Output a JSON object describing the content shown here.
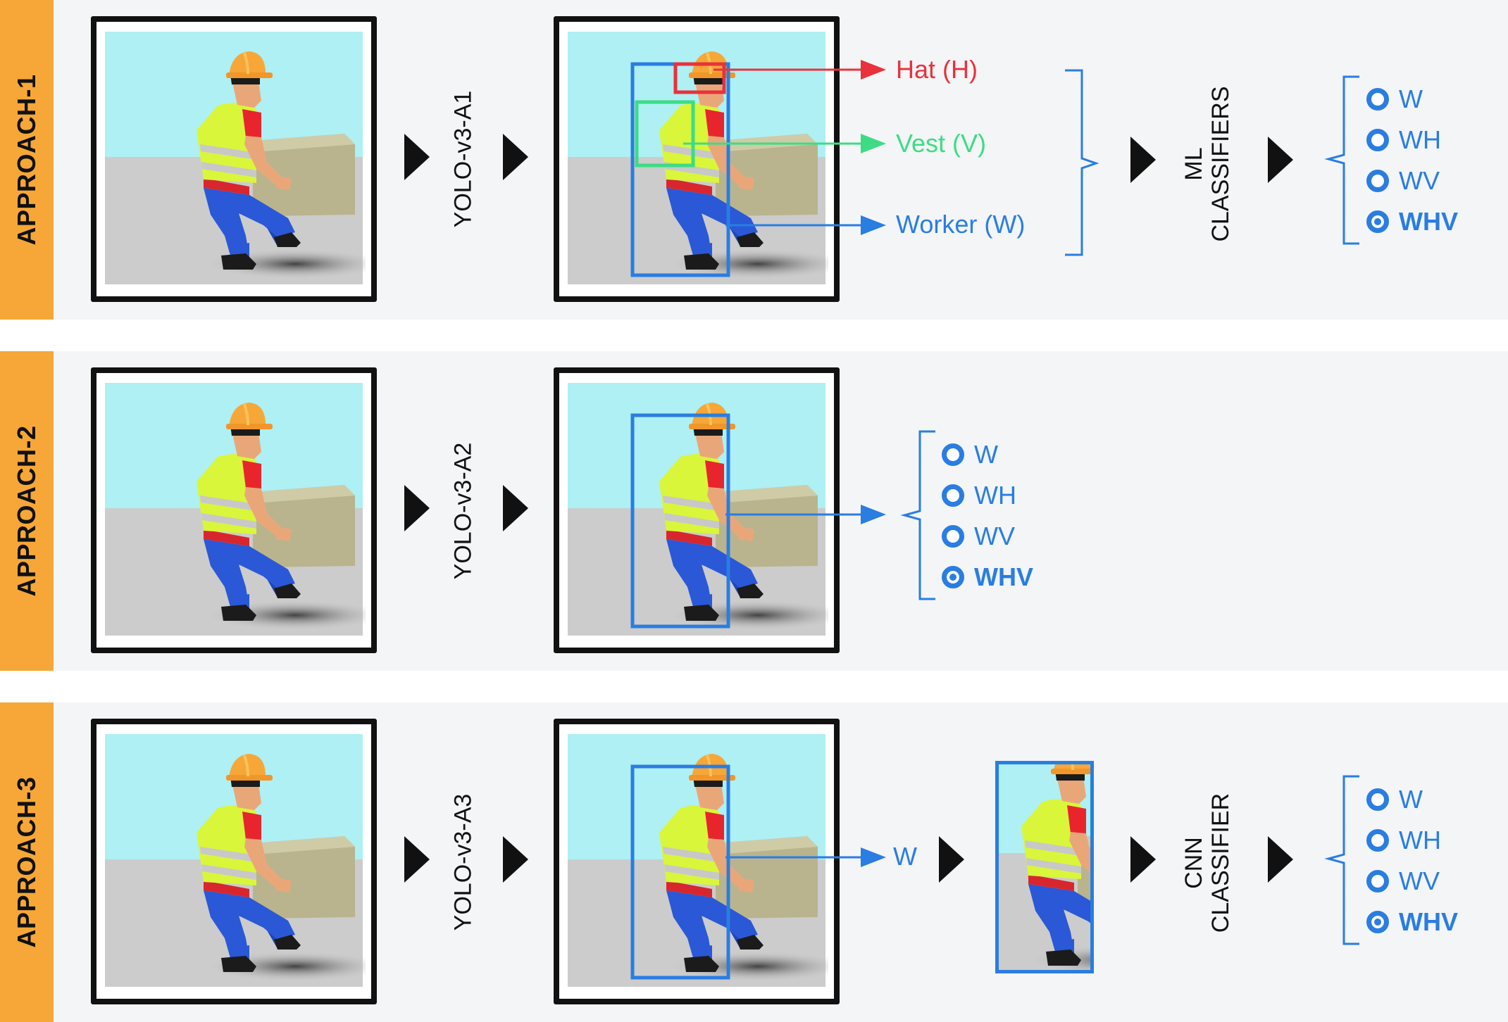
{
  "rows": [
    {
      "tab": "APPROACH-1",
      "model": "YOLO-v3-A1"
    },
    {
      "tab": "APPROACH-2",
      "model": "YOLO-v3-A2"
    },
    {
      "tab": "APPROACH-3",
      "model": "YOLO-v3-A3"
    }
  ],
  "detections": {
    "hat": "Hat (H)",
    "vest": "Vest (V)",
    "worker": "Worker (W)"
  },
  "ml_classifiers": [
    "ML",
    "CLASSIFIERS"
  ],
  "cnn_classifier": [
    "CNN",
    "CLASSIFIER"
  ],
  "crop_label": "W",
  "options": [
    "W",
    "WH",
    "WV",
    "WHV"
  ],
  "selected_option": "WHV",
  "colors": {
    "tab": "#f6a737",
    "hat": "#e8323c",
    "vest": "#3ddc84",
    "worker": "#2a7de1",
    "band": "#f3f5f6"
  }
}
